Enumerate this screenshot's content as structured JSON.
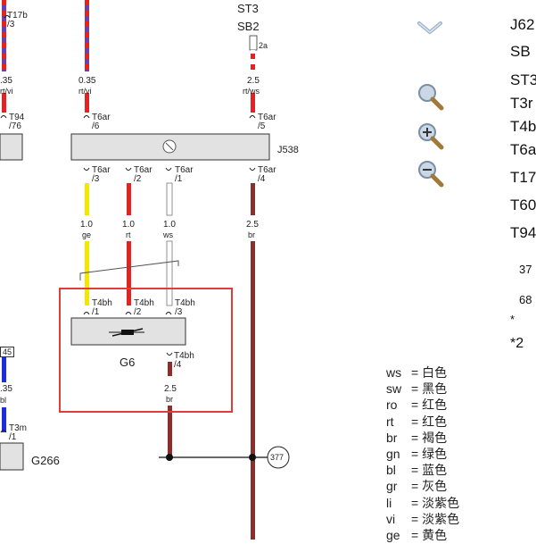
{
  "diagram": {
    "top_labels": {
      "st3": "ST3",
      "sb2": "SB2",
      "sb2_pin": "2a"
    },
    "wire_specs": {
      "left_edge": {
        "size": ".35",
        "color": "rt/vi"
      },
      "w1": {
        "size": "0.35",
        "color": "rt/vi"
      },
      "w_sb": {
        "size": "2.5",
        "color": "rt/ws"
      },
      "ge": {
        "size": "1.0",
        "color": "ge"
      },
      "rt": {
        "size": "1.0",
        "color": "rt"
      },
      "ws": {
        "size": "1.0",
        "color": "ws"
      },
      "br": {
        "size": "2.5",
        "color": "br"
      },
      "g6_out": {
        "size": "2.5",
        "color": "br"
      },
      "left_bl": {
        "size": ".35",
        "color": "bl"
      }
    },
    "connectors": {
      "t17b": {
        "name": "T17b",
        "pin": "/3"
      },
      "t94": {
        "name": "T94",
        "pin": "/76"
      },
      "t6ar_6": {
        "name": "T6ar",
        "pin": "/6"
      },
      "t6ar_5": {
        "name": "T6ar",
        "pin": "/5"
      },
      "t6ar_3": {
        "name": "T6ar",
        "pin": "/3"
      },
      "t6ar_2": {
        "name": "T6ar",
        "pin": "/2"
      },
      "t6ar_1": {
        "name": "T6ar",
        "pin": "/1"
      },
      "t6ar_4": {
        "name": "T6ar",
        "pin": "/4"
      },
      "t4bh_1": {
        "name": "T4bh",
        "pin": "/1"
      },
      "t4bh_2": {
        "name": "T4bh",
        "pin": "/2"
      },
      "t4bh_3": {
        "name": "T4bh",
        "pin": "/3"
      },
      "t4bh_4": {
        "name": "T4bh",
        "pin": "/4"
      },
      "t3m": {
        "name": "T3m",
        "pin": "/1"
      },
      "box45": "45"
    },
    "components": {
      "j538": "J538",
      "g6": "G6",
      "g266": "G266"
    },
    "ground_ref": "377"
  },
  "sidebar_labels": [
    "J62",
    "SB",
    "ST3",
    "T3r",
    "T4b",
    "T6a",
    "T17",
    "T60",
    "T94"
  ],
  "sidebar_numbers": [
    "37",
    "68",
    "*",
    "*2"
  ],
  "toolbar": {
    "icons": [
      "chevron-down-icon",
      "zoom-icon",
      "zoom-in-icon",
      "zoom-out-icon"
    ]
  },
  "legend": [
    {
      "code": "ws",
      "meaning": "白色"
    },
    {
      "code": "sw",
      "meaning": "黑色"
    },
    {
      "code": "ro",
      "meaning": "红色"
    },
    {
      "code": "rt",
      "meaning": "红色"
    },
    {
      "code": "br",
      "meaning": "褐色"
    },
    {
      "code": "gn",
      "meaning": "绿色"
    },
    {
      "code": "bl",
      "meaning": "蓝色"
    },
    {
      "code": "gr",
      "meaning": "灰色"
    },
    {
      "code": "li",
      "meaning": "淡紫色"
    },
    {
      "code": "vi",
      "meaning": "淡紫色"
    },
    {
      "code": "ge",
      "meaning": "黄色"
    }
  ],
  "colors": {
    "red": "#e02424",
    "violet": "#6a3fb0",
    "yellow": "#f5e600",
    "white_wire": "#ffffff",
    "brown": "#8b2e2e",
    "blue": "#1a2ee0",
    "highlight": "#e03c3c",
    "component_fill": "#e2e2e2"
  }
}
